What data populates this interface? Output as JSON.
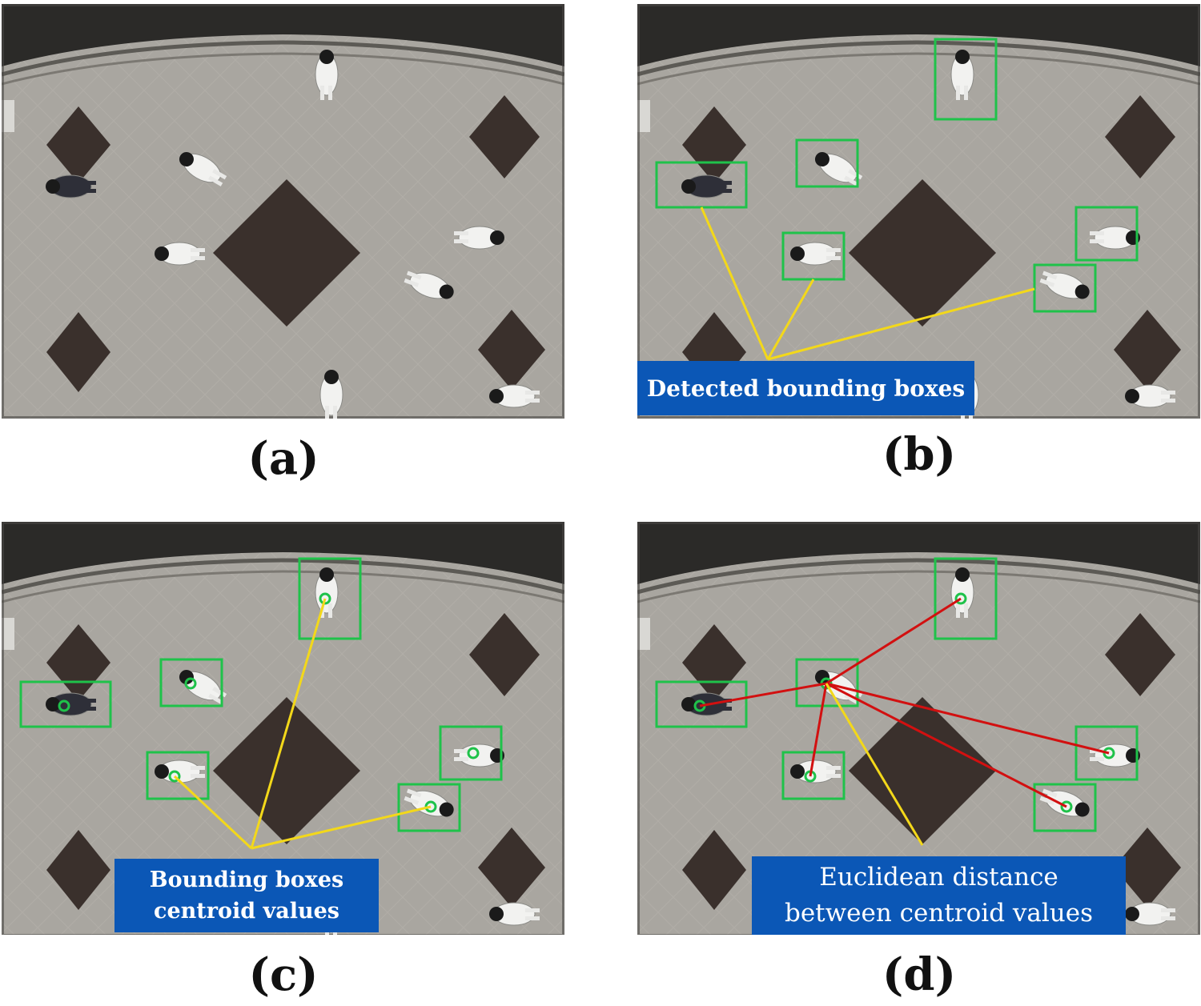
{
  "panels": [
    {
      "caption": "(a)"
    },
    {
      "caption": "(b)",
      "callout": "Detected bounding boxes"
    },
    {
      "caption": "(c)",
      "callout_line1": "Bounding boxes",
      "callout_line2": "centroid  values"
    },
    {
      "caption": "(d)",
      "callout_line1": "Euclidean distance",
      "callout_line2": "between centroid values"
    }
  ],
  "colors": {
    "floor": "#a9a6a0",
    "tile": "#3a302c",
    "wall": "#2b2a28",
    "box": "#1fc24a",
    "pointer": "#f3d81a",
    "distance": "#d21010",
    "callout_bg": "#0b57b6"
  }
}
